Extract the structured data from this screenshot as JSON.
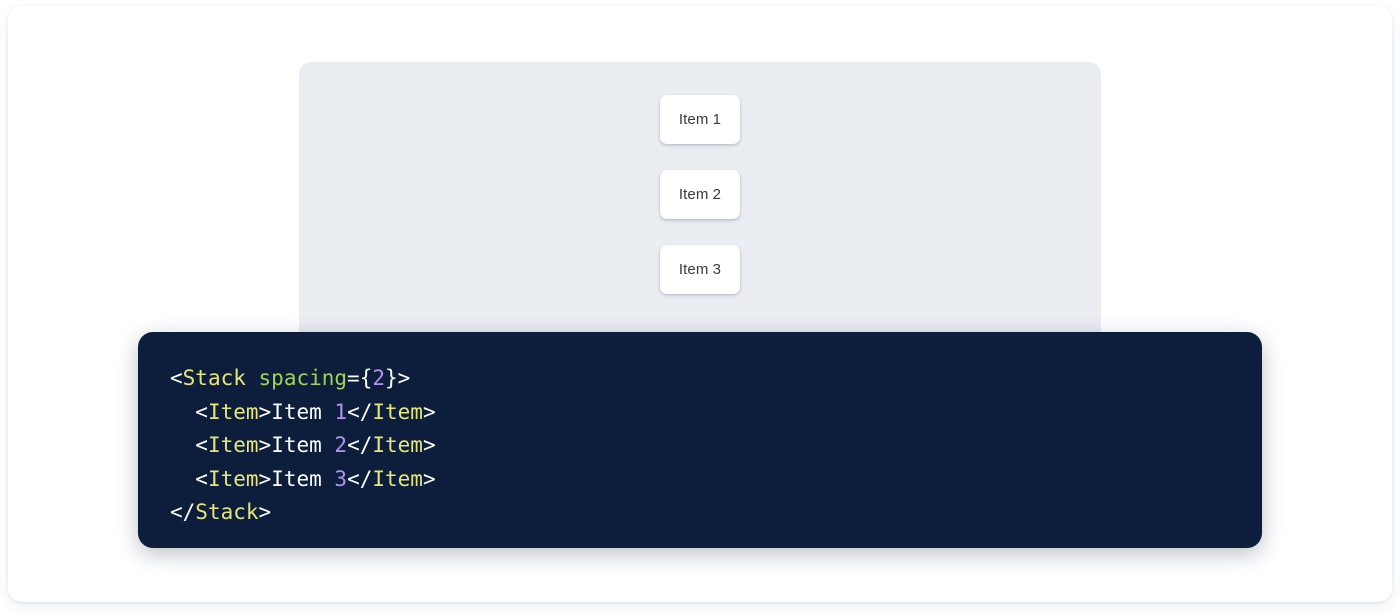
{
  "preview": {
    "panel_background": "#eaedf2",
    "stack": {
      "spacing": 2,
      "items": [
        {
          "label": "Item 1"
        },
        {
          "label": "Item 2"
        },
        {
          "label": "Item 3"
        }
      ]
    }
  },
  "code": {
    "language": "jsx",
    "background": "#0c1e3b",
    "colors": {
      "tag": "#e6e67a",
      "attribute": "#9fd356",
      "number": "#b392f0",
      "punctuation": "#ffffff",
      "text": "#ffffff"
    },
    "lines": [
      {
        "tokens": [
          {
            "t": "<",
            "k": "punct"
          },
          {
            "t": "Stack",
            "k": "tag"
          },
          {
            "t": " ",
            "k": "punct"
          },
          {
            "t": "spacing",
            "k": "attr"
          },
          {
            "t": "=",
            "k": "punct"
          },
          {
            "t": "{",
            "k": "punct"
          },
          {
            "t": "2",
            "k": "num"
          },
          {
            "t": "}",
            "k": "punct"
          },
          {
            "t": ">",
            "k": "punct"
          }
        ]
      },
      {
        "tokens": [
          {
            "t": "  ",
            "k": "punct"
          },
          {
            "t": "<",
            "k": "punct"
          },
          {
            "t": "Item",
            "k": "tag"
          },
          {
            "t": ">",
            "k": "punct"
          },
          {
            "t": "Item ",
            "k": "text"
          },
          {
            "t": "1",
            "k": "num"
          },
          {
            "t": "</",
            "k": "punct"
          },
          {
            "t": "Item",
            "k": "tag"
          },
          {
            "t": ">",
            "k": "punct"
          }
        ]
      },
      {
        "tokens": [
          {
            "t": "  ",
            "k": "punct"
          },
          {
            "t": "<",
            "k": "punct"
          },
          {
            "t": "Item",
            "k": "tag"
          },
          {
            "t": ">",
            "k": "punct"
          },
          {
            "t": "Item ",
            "k": "text"
          },
          {
            "t": "2",
            "k": "num"
          },
          {
            "t": "</",
            "k": "punct"
          },
          {
            "t": "Item",
            "k": "tag"
          },
          {
            "t": ">",
            "k": "punct"
          }
        ]
      },
      {
        "tokens": [
          {
            "t": "  ",
            "k": "punct"
          },
          {
            "t": "<",
            "k": "punct"
          },
          {
            "t": "Item",
            "k": "tag"
          },
          {
            "t": ">",
            "k": "punct"
          },
          {
            "t": "Item ",
            "k": "text"
          },
          {
            "t": "3",
            "k": "num"
          },
          {
            "t": "</",
            "k": "punct"
          },
          {
            "t": "Item",
            "k": "tag"
          },
          {
            "t": ">",
            "k": "punct"
          }
        ]
      },
      {
        "tokens": [
          {
            "t": "</",
            "k": "punct"
          },
          {
            "t": "Stack",
            "k": "tag"
          },
          {
            "t": ">",
            "k": "punct"
          }
        ]
      }
    ]
  }
}
